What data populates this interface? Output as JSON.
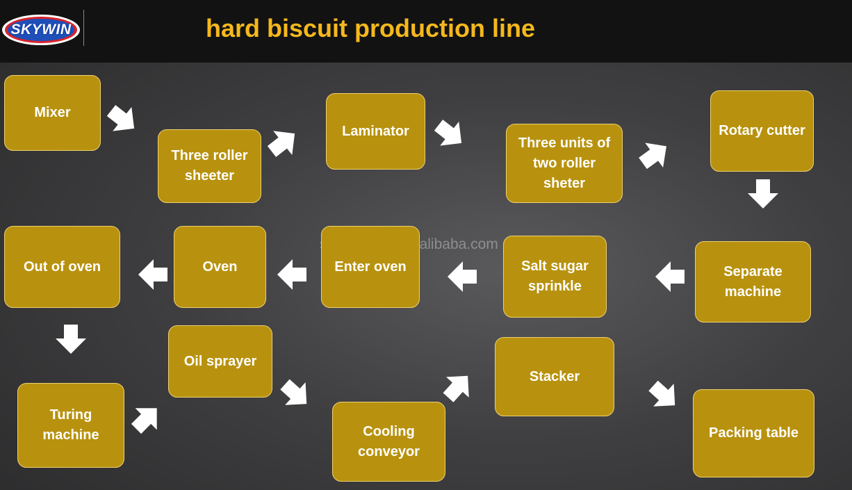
{
  "header": {
    "logo_text": "SKYWIN",
    "title": "hard biscuit production line"
  },
  "watermark": "skywinbake.en.alibaba.com",
  "colors": {
    "box_fill": "#b8920e",
    "box_border": "#f0d070",
    "title": "#f5b81c",
    "arrow": "#ffffff"
  },
  "steps": [
    {
      "id": "mixer",
      "label": "Mixer"
    },
    {
      "id": "three-roller-sheeter",
      "label": "Three roller sheeter"
    },
    {
      "id": "laminator",
      "label": "Laminator"
    },
    {
      "id": "three-units-sheter",
      "label": "Three units of two roller sheter"
    },
    {
      "id": "rotary-cutter",
      "label": "Rotary cutter"
    },
    {
      "id": "separate-machine",
      "label": "Separate machine"
    },
    {
      "id": "salt-sugar-sprinkle",
      "label": "Salt sugar sprinkle"
    },
    {
      "id": "enter-oven",
      "label": "Enter oven"
    },
    {
      "id": "oven",
      "label": "Oven"
    },
    {
      "id": "out-of-oven",
      "label": "Out of oven"
    },
    {
      "id": "turing-machine",
      "label": "Turing machine"
    },
    {
      "id": "oil-sprayer",
      "label": "Oil sprayer"
    },
    {
      "id": "cooling-conveyor",
      "label": "Cooling conveyor"
    },
    {
      "id": "stacker",
      "label": "Stacker"
    },
    {
      "id": "packing-table",
      "label": "Packing table"
    }
  ]
}
